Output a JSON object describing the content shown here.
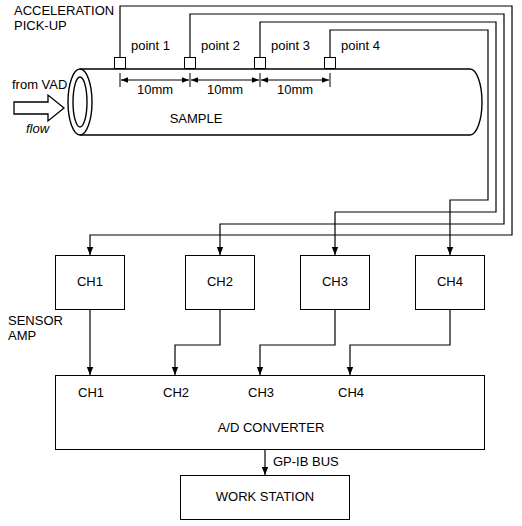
{
  "diagram": {
    "nodes": [
      {
        "text": [
          "point 1"
        ]
      },
      {
        "text": [
          "point 2"
        ]
      },
      {
        "text": [
          "point 3"
        ]
      },
      {
        "text": [
          "point 4"
        ]
      },
      {
        "text": [
          "CH1"
        ]
      },
      {
        "text": [
          "CH2"
        ]
      },
      {
        "text": [
          "CH3"
        ]
      },
      {
        "text": [
          "CH4"
        ]
      },
      {
        "text": [
          "CH1",
          "CH2",
          "CH3",
          "CH4",
          "A/D CONVERTER"
        ]
      },
      {
        "text": [
          "WORK STATION"
        ]
      }
    ],
    "edges": [
      {
        "from": 0,
        "to": 4,
        "arrow": "to"
      },
      {
        "from": 1,
        "to": 5,
        "arrow": "to"
      },
      {
        "from": 2,
        "to": 6,
        "arrow": "to"
      },
      {
        "from": 3,
        "to": 7,
        "arrow": "to"
      },
      {
        "from": 4,
        "to": 8,
        "arrow": "to"
      },
      {
        "from": 5,
        "to": 8,
        "arrow": "to"
      },
      {
        "from": 6,
        "to": 8,
        "arrow": "to"
      },
      {
        "from": 7,
        "to": 8,
        "arrow": "to"
      },
      {
        "from": 8,
        "to": 9,
        "label": "GP-IB BUS",
        "arrow": "to"
      }
    ],
    "labels": [
      "ACCELERATION PICK-UP",
      "from VAD",
      "flow",
      "SAMPLE",
      "10mm",
      "10mm",
      "10mm",
      "SENSOR AMP"
    ]
  }
}
